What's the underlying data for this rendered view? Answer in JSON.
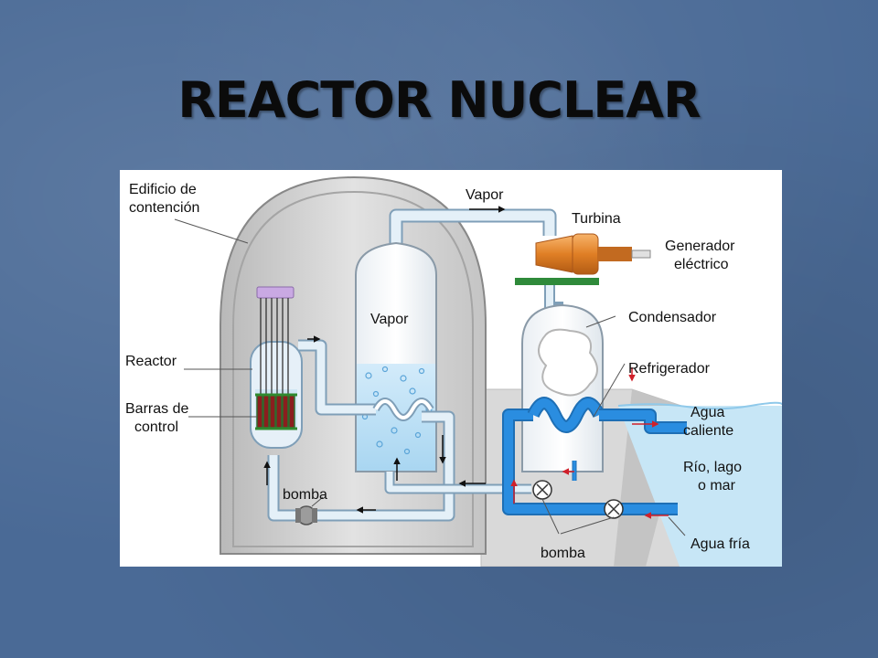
{
  "slide": {
    "title": "REACTOR NUCLEAR"
  },
  "diagram": {
    "labels": {
      "containment_line1": "Edificio de",
      "containment_line2": "contención",
      "vapor_pipe": "Vapor",
      "turbine": "Turbina",
      "generator_line1": "Generador",
      "generator_line2": "eléctrico",
      "vapor_tank": "Vapor",
      "condenser": "Condensador",
      "reactor": "Reactor",
      "refrigerator": "Refrigerador",
      "control_rods_line1": "Barras de",
      "control_rods_line2": "control",
      "hot_water_line1": "Agua",
      "hot_water_line2": "caliente",
      "river_line1": "Río, lago",
      "river_line2": "o mar",
      "pump_left": "bomba",
      "pump_bottom": "bomba",
      "cold_water": "Agua fría"
    },
    "colors": {
      "pipe": "#d8e9f5",
      "pipe_edge": "#7f9fb8",
      "cooling_water": "#1e86d6",
      "river": "#bfe3f5",
      "building": "#c8c8c8",
      "turbine": "#e08a30",
      "arrow_red": "#d0202a"
    }
  }
}
